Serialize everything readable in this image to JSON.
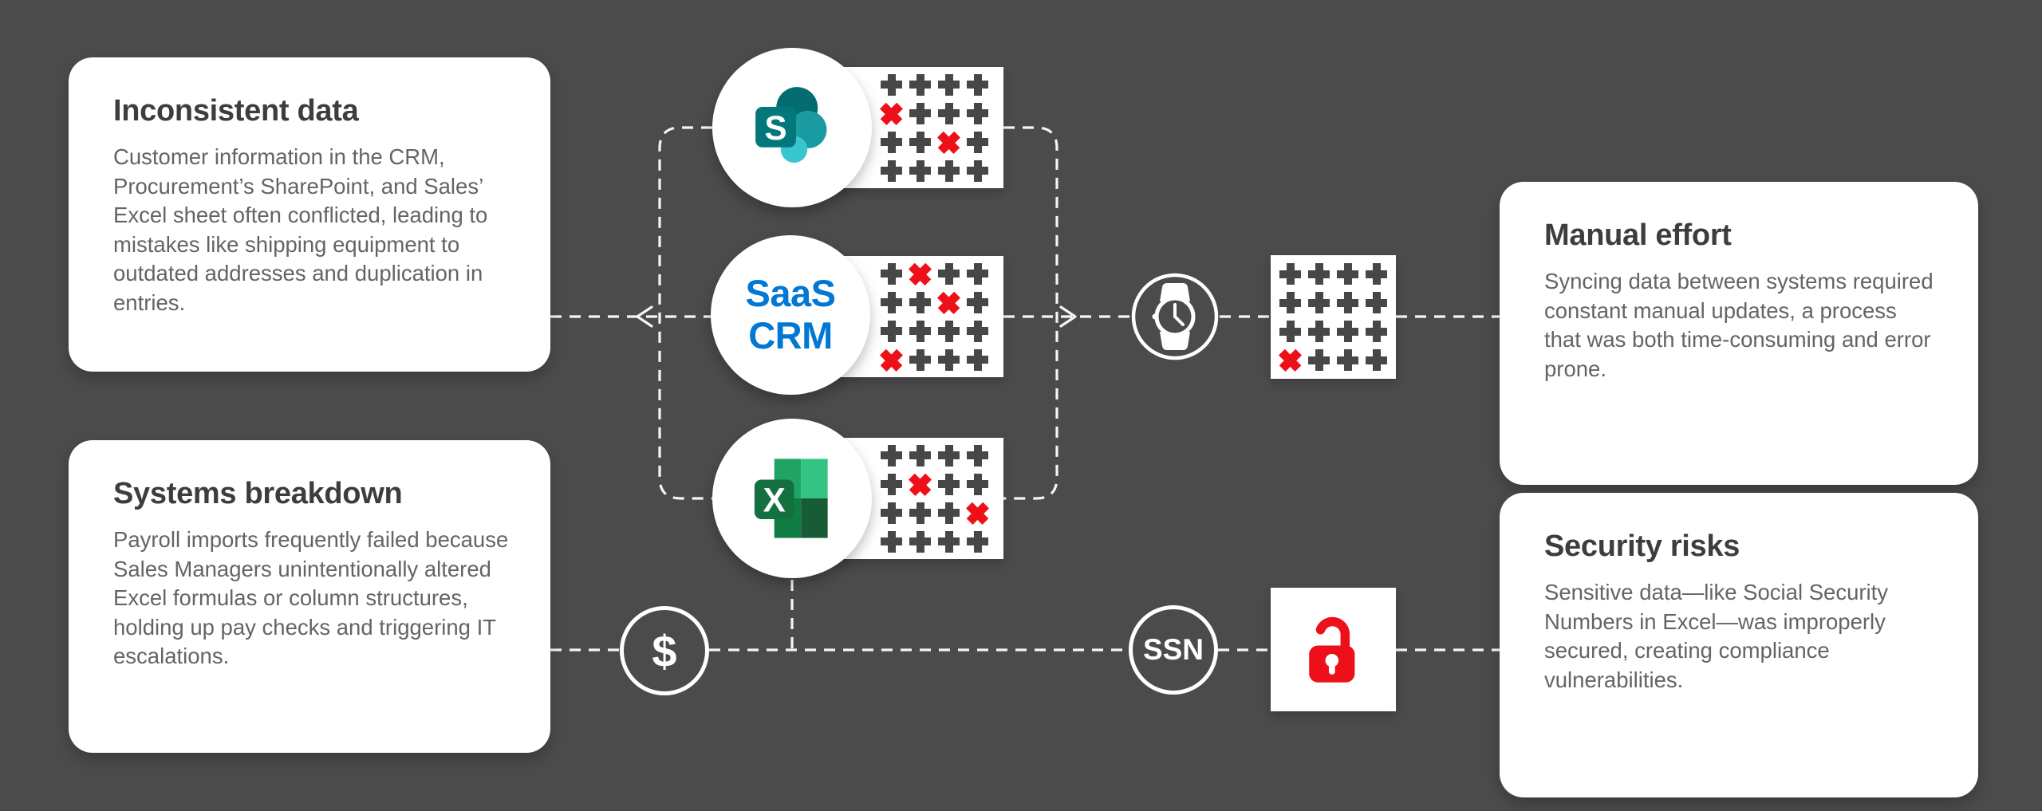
{
  "background_color": "#4b4b4b",
  "colors": {
    "card_bg": "#ffffff",
    "title_text": "#3d3d3d",
    "body_text": "#646464",
    "plus_glyph": "#474747",
    "error_red": "#ee1019",
    "crm_blue": "#0078D4",
    "sharepoint_teal_dark": "#036C70",
    "sharepoint_teal_mid": "#1A9BA1",
    "sharepoint_teal_light": "#37C6D0",
    "sharepoint_tile": "#03787C",
    "excel_green_1": "#21A366",
    "excel_green_2": "#33C481",
    "excel_green_3": "#107C41",
    "excel_green_4": "#185C37",
    "excel_tile": "#15703f",
    "connector_white": "#f5f5f5"
  },
  "cards": {
    "inconsistent": {
      "title": "Inconsistent data",
      "body": "Customer information in the CRM, Procurement’s SharePoint, and Sales’ Excel sheet often conflicted, leading to mistakes like shipping equipment to outdated addresses and duplication in entries."
    },
    "systems": {
      "title": "Systems breakdown",
      "body": "Payroll imports frequently failed because Sales Managers unintentionally altered Excel formulas or column structures, holding up pay checks and triggering IT escalations."
    },
    "manual": {
      "title": "Manual effort",
      "body": "Syncing data between systems required constant manual updates, a process that was both time-consuming and error prone."
    },
    "security": {
      "title": "Security risks",
      "body": "Sensitive data—like Social Security Numbers in Excel—was improperly secured, creating compliance vulnerabilities."
    }
  },
  "nodes": {
    "sharepoint": {
      "icon": "sharepoint-logo",
      "letter": "S"
    },
    "saas_crm": {
      "line1": "SaaS",
      "line2": "CRM"
    },
    "excel": {
      "icon": "excel-logo",
      "letter": "X"
    },
    "watch": {
      "icon": "wristwatch-icon"
    },
    "dollar": {
      "label": "$"
    },
    "ssn": {
      "label": "SSN"
    },
    "padlock": {
      "icon": "unlocked-padlock-icon"
    }
  },
  "grids": {
    "sharepoint": [
      "++++",
      "x+++",
      "++x+",
      "++++"
    ],
    "saas_crm": [
      "+x++",
      "++x+",
      "++++",
      "x+++"
    ],
    "excel": [
      "++++",
      "+x++",
      "+++x",
      "++++"
    ],
    "manual": [
      "++++",
      "++++",
      "++++",
      "x+++"
    ]
  },
  "glyph_legend": {
    "plus": "record-ok",
    "x": "record-error"
  }
}
